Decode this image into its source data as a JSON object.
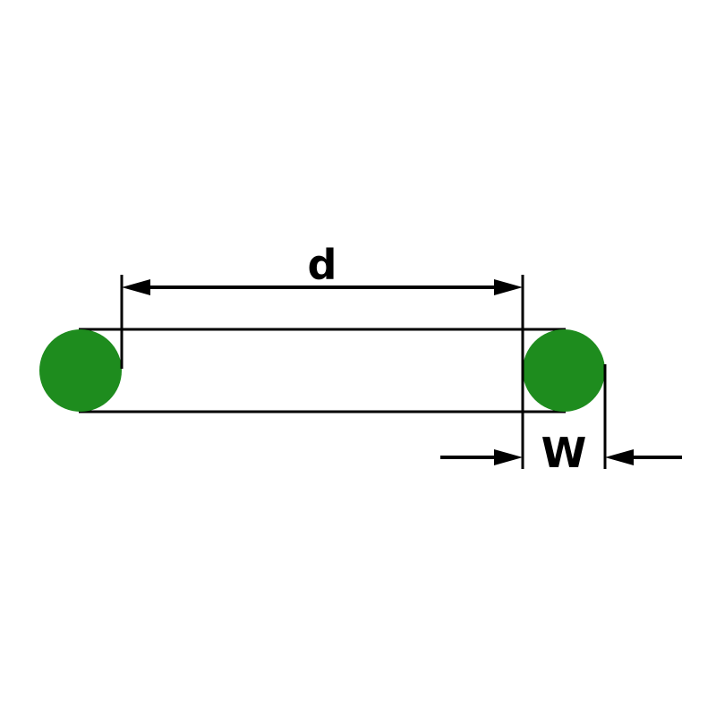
{
  "diagram": {
    "kind": "o-ring cross-section dimension drawing",
    "labels": {
      "inner_diameter": "d",
      "cross_section_width": "W"
    },
    "colors": {
      "ring_fill": "#1e8c1e",
      "line": "#000000",
      "background": "#ffffff"
    }
  }
}
